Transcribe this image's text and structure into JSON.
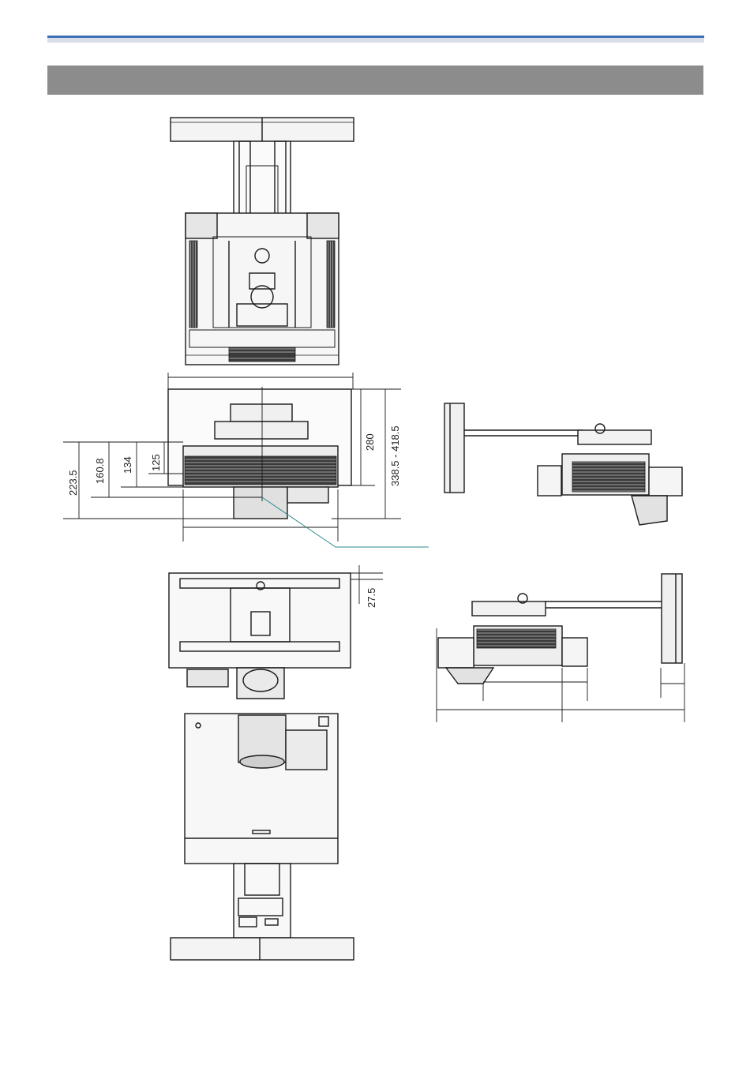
{
  "header": {
    "rule_color": "#3d6fb6",
    "section_bar_color": "#8c8c8c",
    "section_title": ""
  },
  "dimensions": {
    "d_223_5": "223.5",
    "d_160_8": "160.8",
    "d_134": "134",
    "d_125": "125",
    "d_280": "280",
    "d_338_418": "338.5 - 418.5",
    "d_27_5": "27.5"
  },
  "colors": {
    "outline": "#1a1a1a",
    "leader_line": "#2e8b8b",
    "fill_dark": "#3a3a3a",
    "fill_light": "#efefef"
  }
}
